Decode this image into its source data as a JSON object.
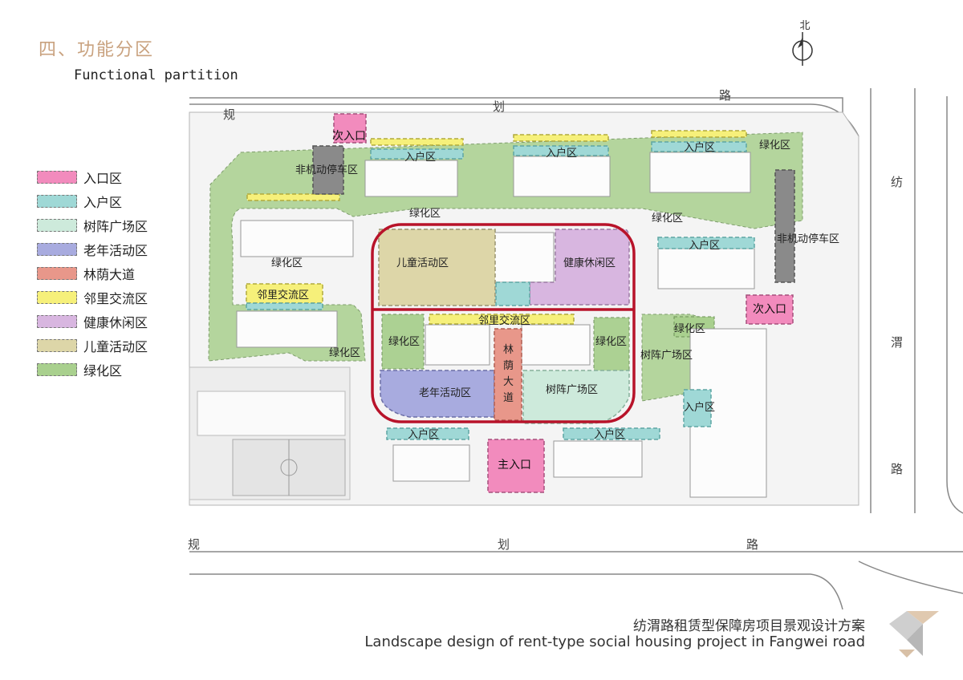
{
  "header": {
    "title": "四、功能分区",
    "subtitle": "Functional partition"
  },
  "compass": {
    "label": "北"
  },
  "legend": [
    {
      "label": "入口区",
      "color": "#f28bbd"
    },
    {
      "label": "入户区",
      "color": "#9fd8d6"
    },
    {
      "label": "树阵广场区",
      "color": "#cdeadb"
    },
    {
      "label": "老年活动区",
      "color": "#a8abdf"
    },
    {
      "label": "林荫大道",
      "color": "#e8978a"
    },
    {
      "label": "邻里交流区",
      "color": "#f6f07a"
    },
    {
      "label": "健康休闲区",
      "color": "#d8b6e0"
    },
    {
      "label": "儿童活动区",
      "color": "#ddd6a8"
    },
    {
      "label": "绿化区",
      "color": "#a9d08e"
    }
  ],
  "roads": {
    "north": [
      "规",
      "划",
      "路"
    ],
    "south": [
      "规",
      "划",
      "路"
    ],
    "east": [
      "纺",
      "渭",
      "路"
    ]
  },
  "zones": {
    "secondary_entrance_n": "次入口",
    "secondary_entrance_e": "次入口",
    "main_entrance": "主入口",
    "bike_parking_n": "非机动停车区",
    "bike_parking_e": "非机动停车区",
    "household_entry": "入户区",
    "greenery": "绿化区",
    "neighborhood": "邻里交流区",
    "children": "儿童活动区",
    "health": "健康休闲区",
    "elderly": "老年活动区",
    "boulevard": [
      "林",
      "荫",
      "大",
      "道"
    ],
    "tree_plaza": "树阵广场区"
  },
  "footer": {
    "title_cn": "纺渭路租赁型保障房项目景观设计方案",
    "title_en": "Landscape design of rent-type social housing project in Fangwei road"
  }
}
